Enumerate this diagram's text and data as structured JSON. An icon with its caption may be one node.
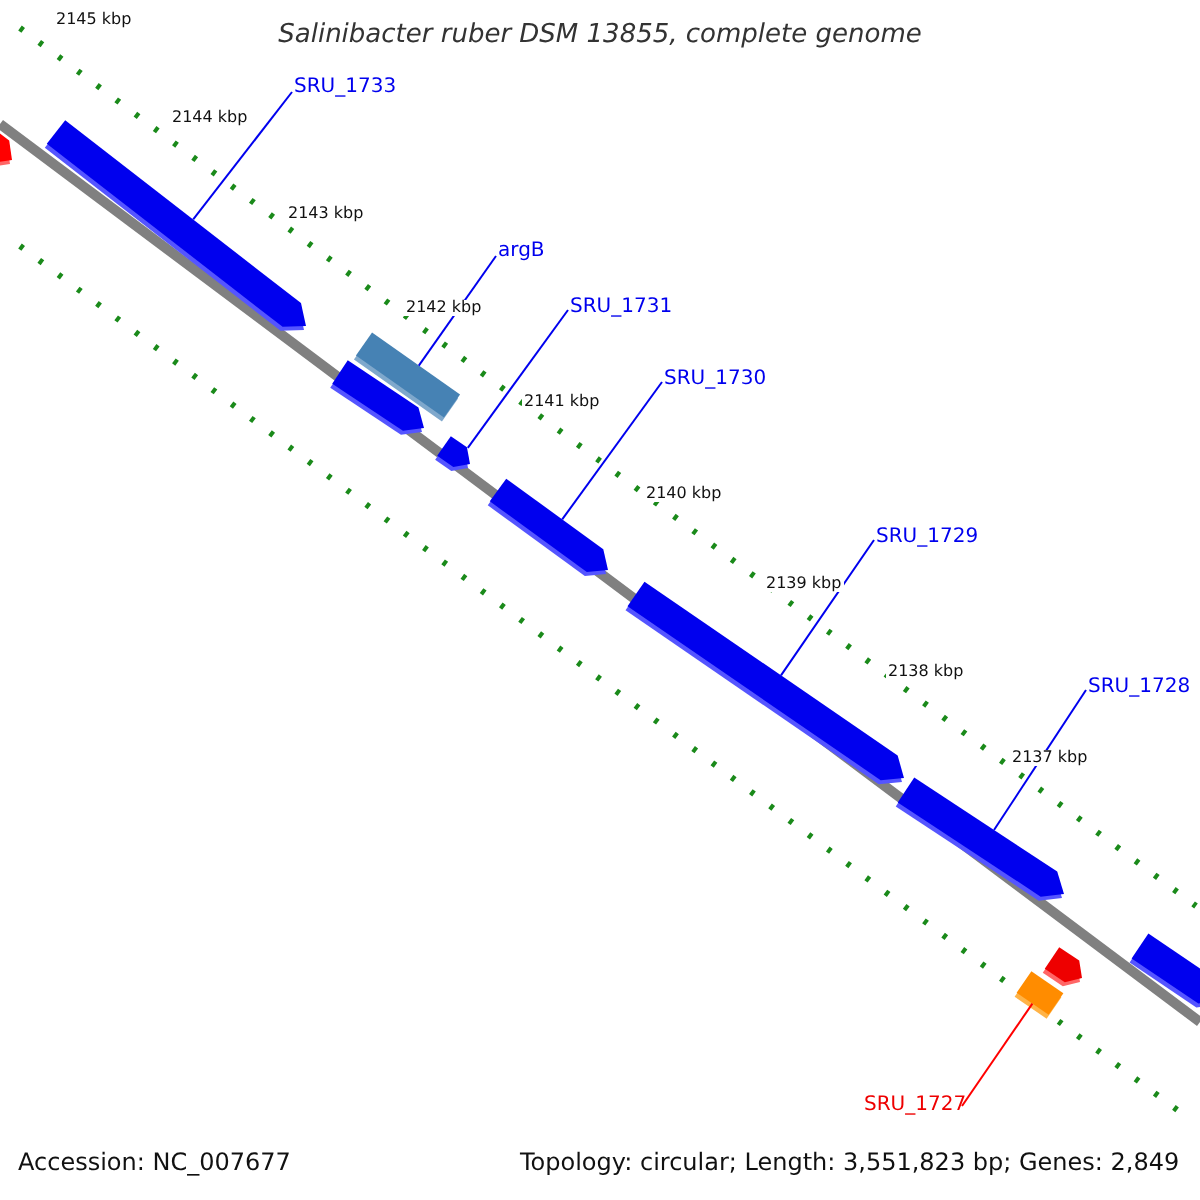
{
  "diagram": {
    "title": "Salinibacter ruber DSM 13855, complete genome",
    "nodes": [
      {
        "text": [
          "SRU_1733"
        ]
      },
      {
        "text": [
          "argB"
        ]
      },
      {
        "text": [
          "SRU_1731"
        ]
      },
      {
        "text": [
          "SRU_1730"
        ]
      },
      {
        "text": [
          "SRU_1729"
        ]
      },
      {
        "text": [
          "SRU_1728"
        ]
      },
      {
        "text": [
          "SRU_1727"
        ]
      },
      {
        "text": [],
        "shape": "bar"
      },
      {
        "text": [],
        "shape": "bar"
      },
      {
        "text": [],
        "shape": "bar"
      },
      {
        "text": [],
        "shape": "bar"
      },
      {
        "text": [],
        "shape": "bar"
      },
      {
        "text": [],
        "shape": "bar"
      },
      {
        "text": [],
        "shape": "bar"
      },
      {
        "text": [],
        "shape": "bar"
      },
      {
        "text": [],
        "shape": "bar"
      },
      {
        "text": [],
        "shape": "bar"
      },
      {
        "text": [],
        "shape": "bar"
      }
    ],
    "edges": [
      {
        "from": 0,
        "to": 8,
        "arrow": "none"
      },
      {
        "from": 1,
        "to": 9,
        "arrow": "none"
      },
      {
        "from": 2,
        "to": 11,
        "arrow": "none"
      },
      {
        "from": 3,
        "to": 12,
        "arrow": "none"
      },
      {
        "from": 4,
        "to": 13,
        "arrow": "none"
      },
      {
        "from": 5,
        "to": 14,
        "arrow": "none"
      },
      {
        "from": 6,
        "to": 16,
        "arrow": "none",
        "color": "#ff0000"
      }
    ],
    "labels": [
      "2145 kbp",
      "2144 kbp",
      "2143 kbp",
      "2142 kbp",
      "2141 kbp",
      "2140 kbp",
      "2139 kbp",
      "2138 kbp",
      "2137 kbp",
      "Accession: NC_007677",
      "Topology: circular; Length: 3,551,823 bp; Genes: 2,849"
    ]
  }
}
